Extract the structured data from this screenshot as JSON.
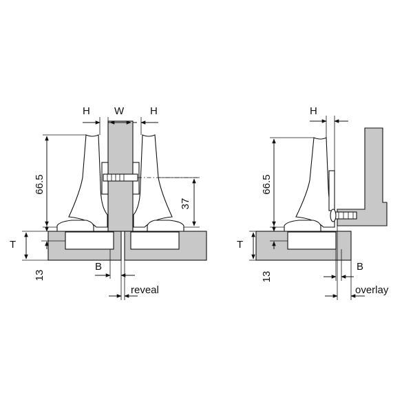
{
  "labels": {
    "H": "H",
    "W": "W",
    "dim_66_5": "66.5",
    "dim_37": "37",
    "T": "T",
    "dim_13": "13",
    "B": "B",
    "reveal": "reveal",
    "overlay": "overlay"
  },
  "colors": {
    "panel": "#c8c8c8",
    "part_fill": "#ffffff",
    "line": "#111111"
  }
}
